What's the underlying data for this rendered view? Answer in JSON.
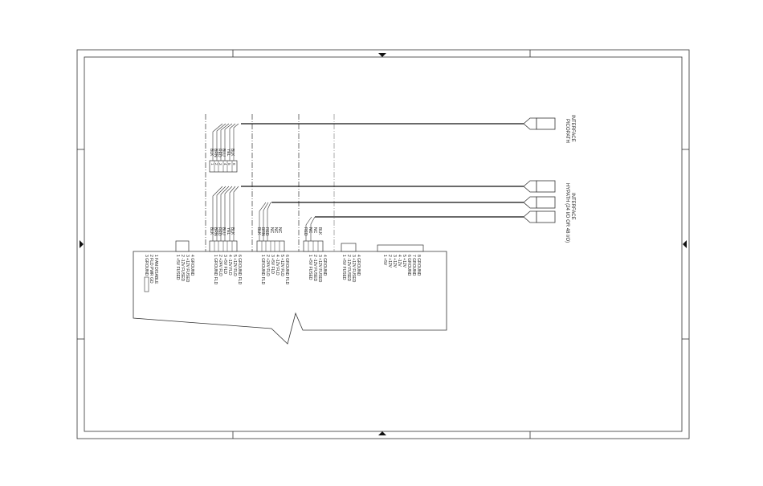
{
  "labels": {
    "picopath": [
      "PICOPATH",
      "INTERFACE"
    ],
    "hypath": [
      "HYPATH (24 I/O OR 48 I/O)",
      "INTERFACE"
    ]
  },
  "groups": {
    "g0": {
      "pins": [
        "4 GROUND",
        "3 +12V FUSED",
        "2 -12V FUSED",
        "1 +5V FUSED"
      ],
      "extra": [
        "3 GROUND",
        "2 FLD PWR GD",
        "1 FAN DISABLE"
      ]
    },
    "g1": {
      "pins": [
        "6 GROUND FLD",
        "5 +12V FLD",
        "4 -12V FLD",
        "3 +5V FLD",
        "2 +24V FLD",
        "1 GROUND FLD"
      ],
      "wires": [
        "BLK",
        "YEL",
        "BLU",
        "RED",
        "BRN",
        "BLK"
      ]
    },
    "g1top": {
      "wires": [
        "BLK",
        "YEL",
        "BLU",
        "RED",
        "BRN",
        "BLK"
      ]
    },
    "g2": {
      "pins": [
        "6 GROUND FLD",
        "5 +12V FLD",
        "4 -12V FLD",
        "3 +5V FLD",
        "2 +24V FLD",
        "1 GROUND FLD"
      ],
      "wires": [
        "NC",
        "NC",
        "NC",
        "RED",
        "BRN",
        "BLK"
      ]
    },
    "g3": {
      "pins": [
        "4 GROUND",
        "3 +12V FUSED",
        "2 -12V FUSED",
        "1 +5V FUSED"
      ],
      "wires": [
        "BLK",
        "NC",
        "NC",
        "RED"
      ]
    },
    "g4": {
      "pins": [
        "4 GROUND",
        "3 +12V FUSED",
        "2 -12V FUSED",
        "1 +5V FUSED"
      ]
    },
    "g5": {
      "pins": [
        "8 GROUND",
        "7 GROUND",
        "6 GROUND",
        "5 +12V",
        "4 -12V",
        "3 +12V",
        "2 +12V",
        "1 +5V"
      ]
    }
  }
}
